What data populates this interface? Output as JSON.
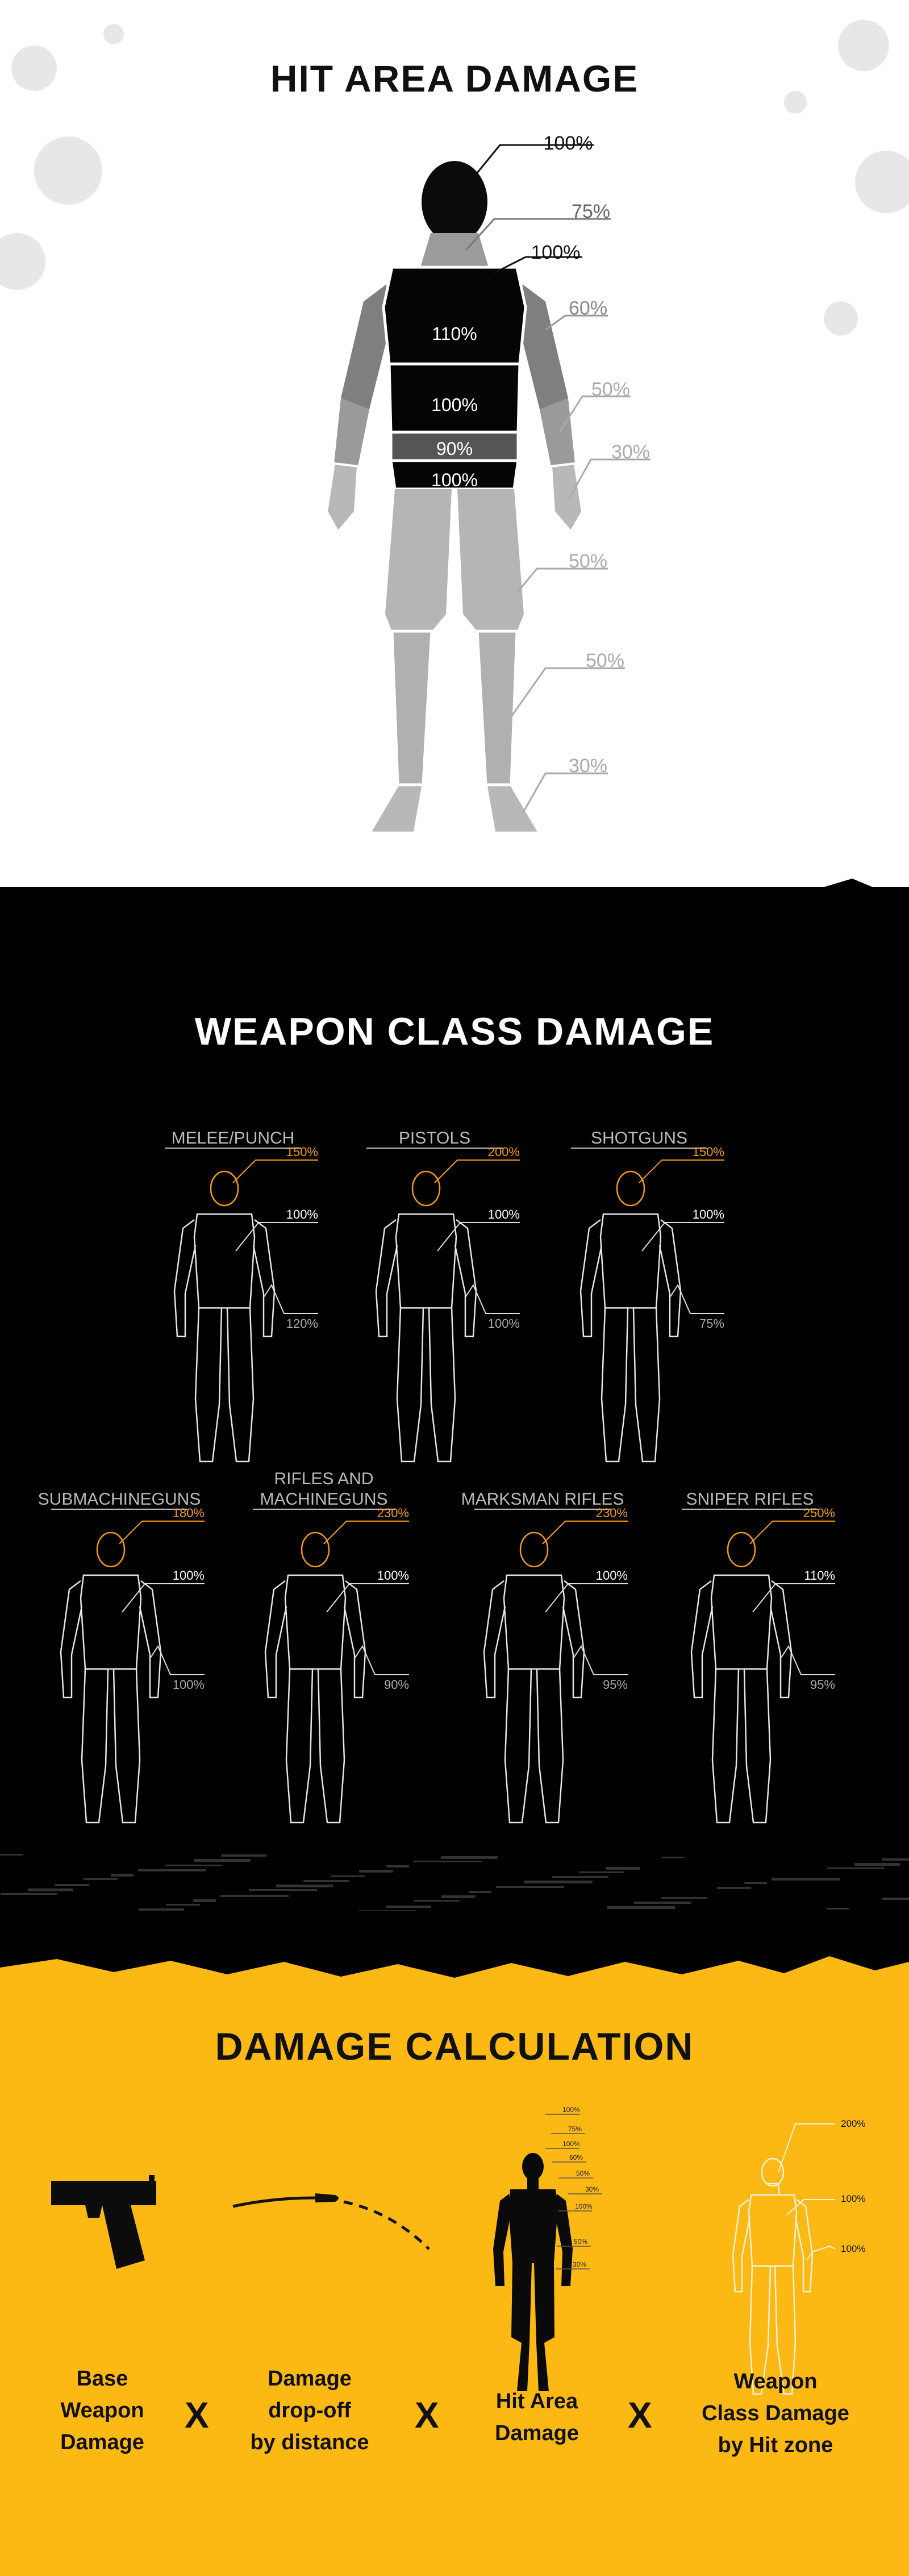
{
  "hit_area": {
    "title": "HIT AREA DAMAGE",
    "labels": [
      {
        "id": "head",
        "text": "100%"
      },
      {
        "id": "neck",
        "text": "75%"
      },
      {
        "id": "clavicle",
        "text": "100%"
      },
      {
        "id": "upper_arm",
        "text": "60%"
      },
      {
        "id": "lower_arm",
        "text": "50%"
      },
      {
        "id": "hand",
        "text": "30%"
      },
      {
        "id": "thigh",
        "text": "50%"
      },
      {
        "id": "shin",
        "text": "50%"
      },
      {
        "id": "foot",
        "text": "30%"
      }
    ],
    "torso": {
      "chest": "110%",
      "stomach": "100%",
      "waist": "90%",
      "pelvis": "100%"
    }
  },
  "weapon_class": {
    "title": "WEAPON CLASS DAMAGE",
    "classes": [
      {
        "name": "MELEE/PUNCH",
        "head": "150%",
        "body": "100%",
        "limbs": "120%"
      },
      {
        "name": "PISTOLS",
        "head": "200%",
        "body": "100%",
        "limbs": "100%"
      },
      {
        "name": "SHOTGUNS",
        "head": "150%",
        "body": "100%",
        "limbs": "75%"
      },
      {
        "name": "SUBMACHINEGUNS",
        "head": "180%",
        "body": "100%",
        "limbs": "100%"
      },
      {
        "name_line1": "RIFLES AND",
        "name_line2": "MACHINEGUNS",
        "head": "230%",
        "body": "100%",
        "limbs": "90%"
      },
      {
        "name": "MARKSMAN RIFLES",
        "head": "230%",
        "body": "100%",
        "limbs": "95%"
      },
      {
        "name": "SNIPER RIFLES",
        "head": "250%",
        "body": "110%",
        "limbs": "95%"
      }
    ]
  },
  "calculation": {
    "title": "DAMAGE CALCULATION",
    "factors": [
      {
        "line1": "Base",
        "line2": "Weapon",
        "line3": "Damage"
      },
      {
        "line1": "Damage",
        "line2": "drop-off",
        "line3": "by distance"
      },
      {
        "line1": "Hit Area",
        "line2": "Damage"
      },
      {
        "line1": "Weapon",
        "line2": "Class Damage",
        "line3": "by Hit zone"
      }
    ],
    "operator": "X",
    "mini_hit_labels": [
      "100%",
      "75%",
      "100%",
      "60%",
      "50%",
      "30%",
      "100%",
      "50%",
      "30%"
    ],
    "mini_class_labels": [
      "200%",
      "100%",
      "100%"
    ]
  },
  "colors": {
    "yellow": "#fdb913",
    "orange": "#f39c12",
    "gray": "#999999",
    "dark": "#111111"
  }
}
